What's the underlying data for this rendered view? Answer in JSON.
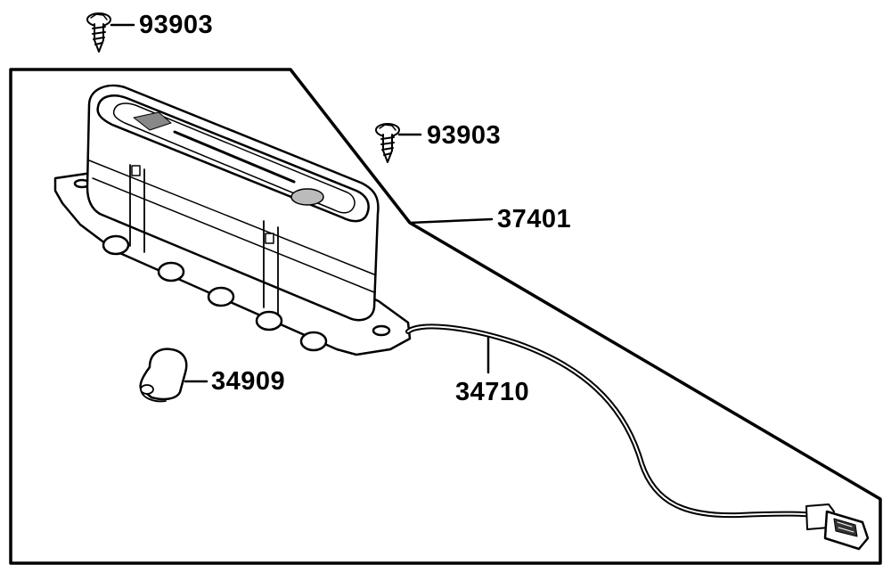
{
  "colors": {
    "line": "#000000",
    "background": "#ffffff",
    "shade": "#d0d0d0"
  },
  "callouts": {
    "screw_outside": "93903",
    "screw_inside": "93903",
    "lamp_assembly": "37401",
    "bulb": "34909",
    "harness": "34710"
  }
}
